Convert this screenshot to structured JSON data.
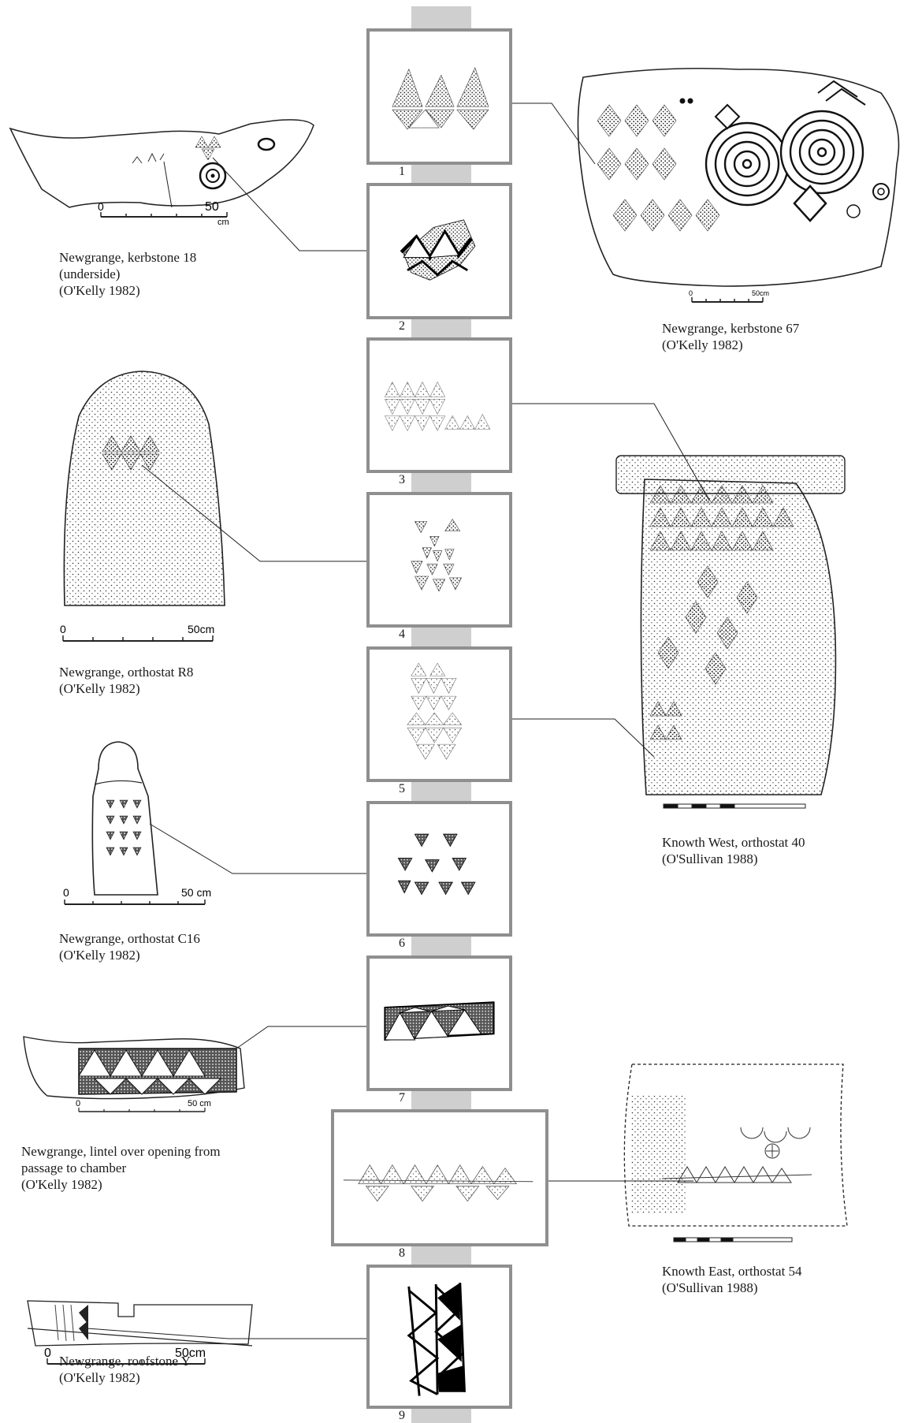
{
  "panels": [
    {
      "number": "1"
    },
    {
      "number": "2"
    },
    {
      "number": "3"
    },
    {
      "number": "4"
    },
    {
      "number": "5"
    },
    {
      "number": "6"
    },
    {
      "number": "7"
    },
    {
      "number": "8"
    },
    {
      "number": "9"
    }
  ],
  "captions": [
    {
      "lines": [
        "Newgrange, kerbstone 18",
        "(underside)",
        "(O'Kelly 1982)"
      ]
    },
    {
      "lines": [
        "Newgrange, kerbstone 67",
        "(O'Kelly 1982)"
      ]
    },
    {
      "lines": [
        "Newgrange, orthostat R8",
        "(O'Kelly 1982)"
      ]
    },
    {
      "lines": [
        "Knowth West, orthostat 40",
        "(O'Sullivan 1988)"
      ]
    },
    {
      "lines": [
        "Newgrange, orthostat C16",
        "(O'Kelly 1982)"
      ]
    },
    {
      "lines": [
        "Newgrange, lintel over opening from",
        "passage to chamber",
        "(O'Kelly 1982)"
      ]
    },
    {
      "lines": [
        "Knowth East, orthostat 54",
        "(O'Sullivan 1988)"
      ]
    },
    {
      "lines": [
        "Newgrange, roofstone Y",
        "(O'Kelly 1982)"
      ]
    }
  ],
  "scale_labels": {
    "kerbstone18": "50",
    "kerbstone18_unit": "cm",
    "kerbstone67": "50cm",
    "r8": "50cm",
    "c16": "50 cm",
    "lintel": "50 cm",
    "roofstoneY": "50cm",
    "zero": "0"
  }
}
